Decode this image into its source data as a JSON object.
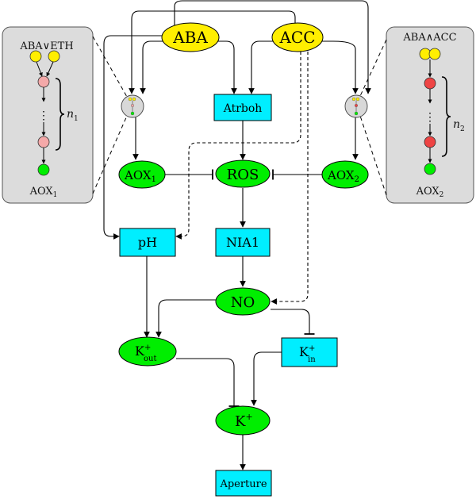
{
  "nodes": {
    "aba": "ABA",
    "acc": "ACC",
    "atrboh": "Atrboh",
    "aox1_main": "AOX",
    "aox1_sub": "1",
    "ros": "ROS",
    "aox2_main": "AOX",
    "aox2_sub": "2",
    "ph": "pH",
    "nia1": "NIA1",
    "no": "NO",
    "kout_main": "K",
    "kout_sup": "+",
    "kout_sub": "out",
    "kin_main": "K",
    "kin_sup": "+",
    "kin_sub": "in",
    "k_main": "K",
    "k_sup": "+",
    "aperture": "Aperture"
  },
  "left_panel": {
    "title": "ABA∨ETH",
    "count_main": "n",
    "count_sub": "1",
    "footer_main": "AOX",
    "footer_sub": "1"
  },
  "right_panel": {
    "title": "ABA∧ACC",
    "count_main": "n",
    "count_sub": "2",
    "footer_main": "AOX",
    "footer_sub": "2"
  },
  "colors": {
    "signal": "#ffee00",
    "green_node": "#00ee00",
    "box_node": "#00eeff",
    "panel_bg": "#dcdcdc",
    "left_chain": "#f4a9a9",
    "right_chain": "#ee4444"
  }
}
